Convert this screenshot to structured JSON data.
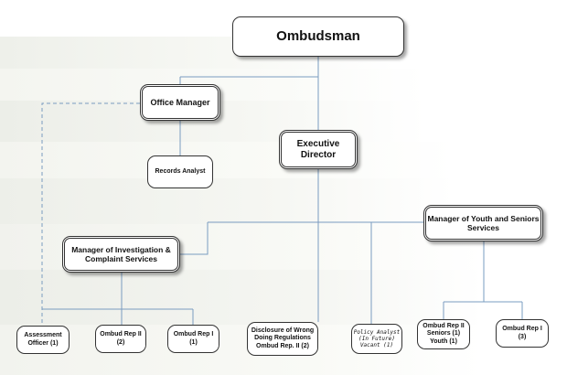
{
  "chart": {
    "nodes": {
      "ombudsman": "Ombudsman",
      "office_manager": "Office Manager",
      "executive_director": "Executive\nDirector",
      "records_analyst": "Records Analyst",
      "manager_youth_seniors": "Manager of Youth and Seniors\nServices",
      "manager_investigation": "Manager of Investigation &\nComplaint Services",
      "assessment_officer": "Assessment\nOfficer (1)",
      "ombud_rep_ii_2": "Ombud Rep II\n(2)",
      "ombud_rep_i_1": "Ombud Rep I\n(1)",
      "disclosure": "Disclosure of Wrong\nDoing Regulations\nOmbud Rep. II (2)",
      "policy_analyst": "Policy Analyst\n(In Future)\nVacant (1)",
      "ombud_rep_ii_seniors_youth": "Ombud Rep II\nSeniors (1)\nYouth (1)",
      "ombud_rep_i_3": "Ombud Rep I\n(3)"
    },
    "colors": {
      "connector": "#7a9cc0",
      "box_border": "#333333"
    }
  }
}
